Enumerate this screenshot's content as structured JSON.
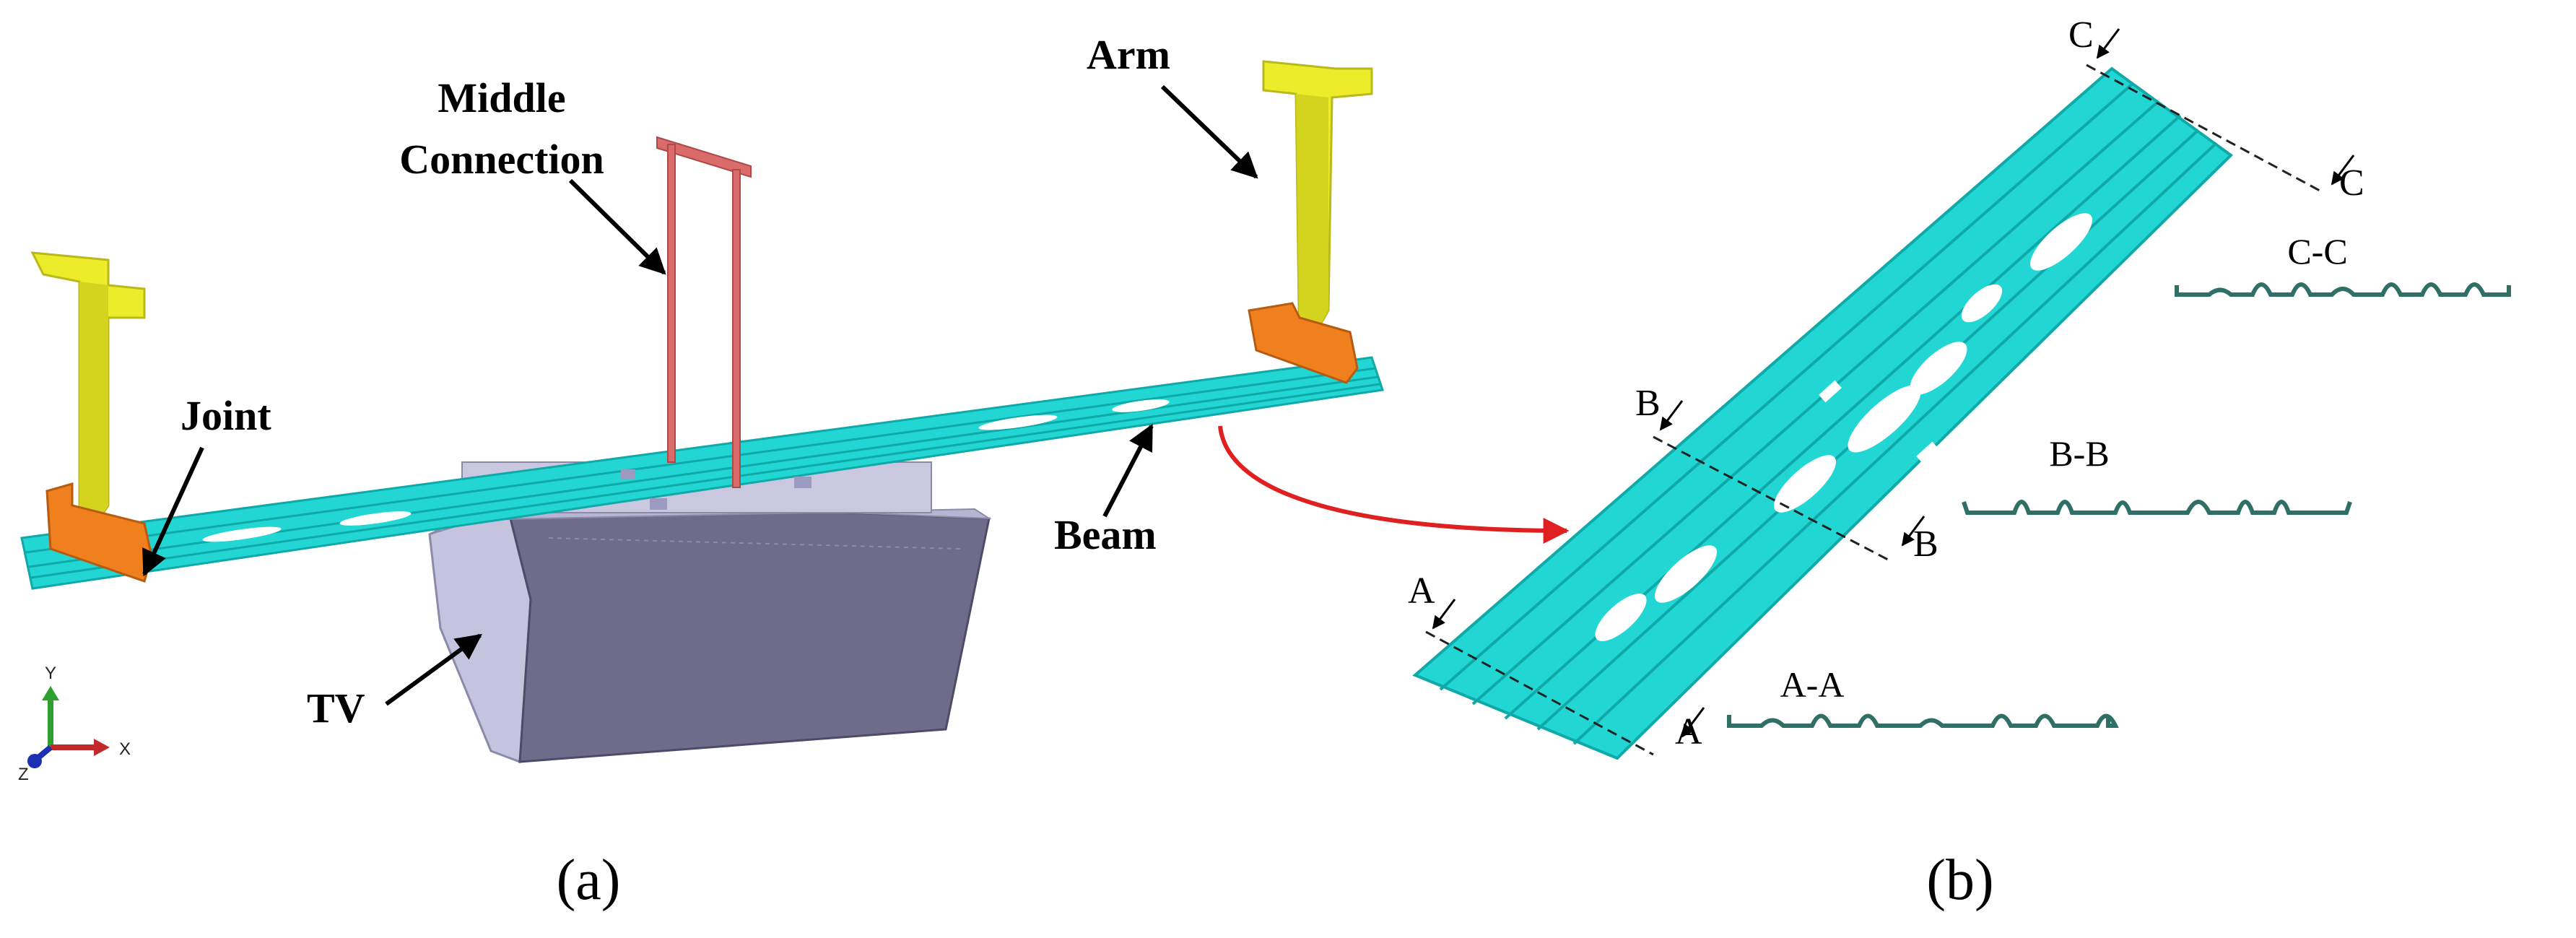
{
  "panel_a": {
    "caption": "(a)",
    "labels": {
      "middle_connection_line1": "Middle",
      "middle_connection_line2": "Connection",
      "arm": "Arm",
      "joint": "Joint",
      "beam": "Beam",
      "tv": "TV"
    },
    "axis_triad": {
      "y": "Y",
      "x": "X",
      "z": "Z"
    }
  },
  "panel_b": {
    "caption": "(b)",
    "section_marks": {
      "a": "A",
      "b": "B",
      "c": "C"
    },
    "section_titles": {
      "aa": "A-A",
      "bb": "B-B",
      "cc": "C-C"
    }
  },
  "colors": {
    "beam": "#21d6d3",
    "beam_dark": "#0fa9a8",
    "arm": "#ecec2a",
    "joint": "#f07f1e",
    "middle_connection": "#d96b6b",
    "tv_front": "#6e6c8a",
    "tv_side": "#bdbcd8",
    "profile": "#2f6f66",
    "callout_arrow": "#e02020"
  }
}
